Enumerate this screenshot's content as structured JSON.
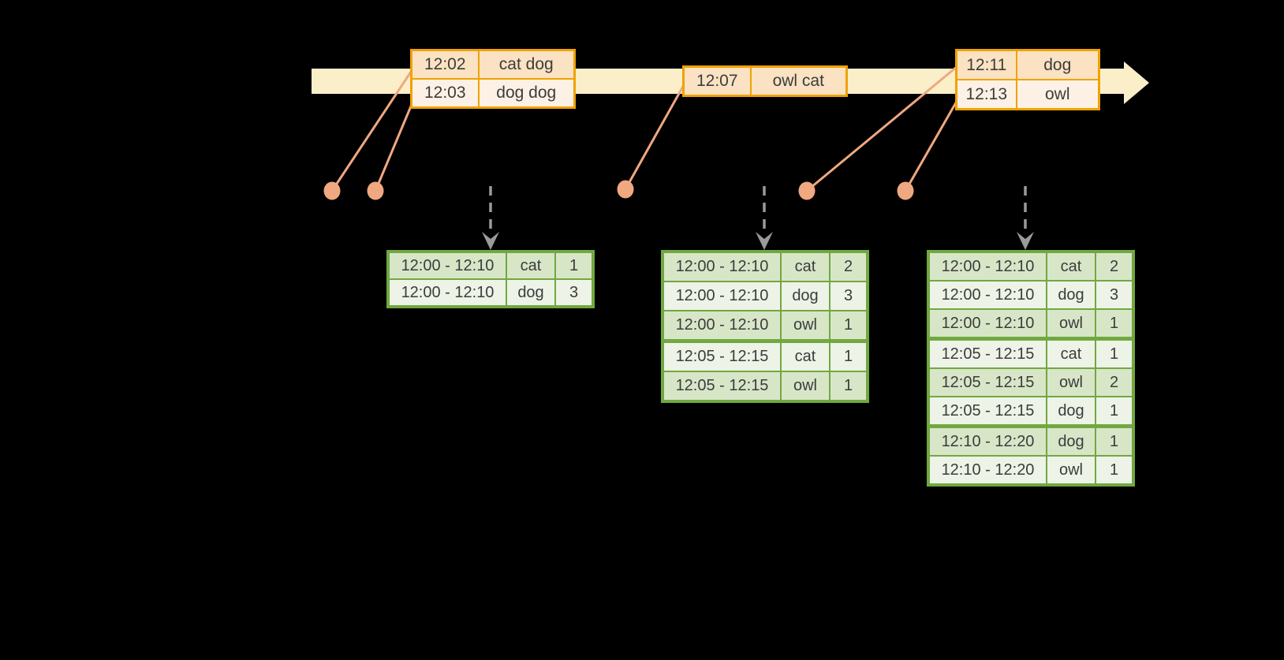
{
  "diagram": {
    "event_stream": {
      "batches": [
        {
          "rows": [
            {
              "time": "12:02",
              "words": "cat dog"
            },
            {
              "time": "12:03",
              "words": "dog dog"
            }
          ]
        },
        {
          "rows": [
            {
              "time": "12:07",
              "words": "owl cat"
            }
          ]
        },
        {
          "rows": [
            {
              "time": "12:11",
              "words": "dog"
            },
            {
              "time": "12:13",
              "words": "owl"
            }
          ]
        }
      ]
    },
    "result_tables": [
      {
        "rows": [
          {
            "window": "12:00 - 12:10",
            "word": "cat",
            "count": "1"
          },
          {
            "window": "12:00 - 12:10",
            "word": "dog",
            "count": "3"
          }
        ]
      },
      {
        "rows": [
          {
            "window": "12:00 - 12:10",
            "word": "cat",
            "count": "2"
          },
          {
            "window": "12:00 - 12:10",
            "word": "dog",
            "count": "3"
          },
          {
            "window": "12:00 - 12:10",
            "word": "owl",
            "count": "1"
          },
          {
            "window": "12:05 - 12:15",
            "word": "cat",
            "count": "1",
            "g": true
          },
          {
            "window": "12:05 - 12:15",
            "word": "owl",
            "count": "1"
          }
        ]
      },
      {
        "rows": [
          {
            "window": "12:00 - 12:10",
            "word": "cat",
            "count": "2"
          },
          {
            "window": "12:00 - 12:10",
            "word": "dog",
            "count": "3"
          },
          {
            "window": "12:00 - 12:10",
            "word": "owl",
            "count": "1"
          },
          {
            "window": "12:05 - 12:15",
            "word": "cat",
            "count": "1",
            "g": true
          },
          {
            "window": "12:05 - 12:15",
            "word": "owl",
            "count": "2"
          },
          {
            "window": "12:05 - 12:15",
            "word": "dog",
            "count": "1"
          },
          {
            "window": "12:10 - 12:20",
            "word": "dog",
            "count": "1",
            "g": true
          },
          {
            "window": "12:10 - 12:20",
            "word": "owl",
            "count": "1"
          }
        ]
      }
    ],
    "colors": {
      "background": "#000000",
      "timeline_band": "#FBEFC9",
      "event_table_border": "#F0A202",
      "event_row_dark": "#FAE2C2",
      "event_row_light": "#FCF1E4",
      "connector": "#F0A880",
      "result_table_border": "#71A840",
      "result_row_dark": "#D8E6C8",
      "result_row_light": "#EDF3E7",
      "trigger_arrow": "#9A9A9A",
      "text": "#3C3C3C"
    }
  }
}
